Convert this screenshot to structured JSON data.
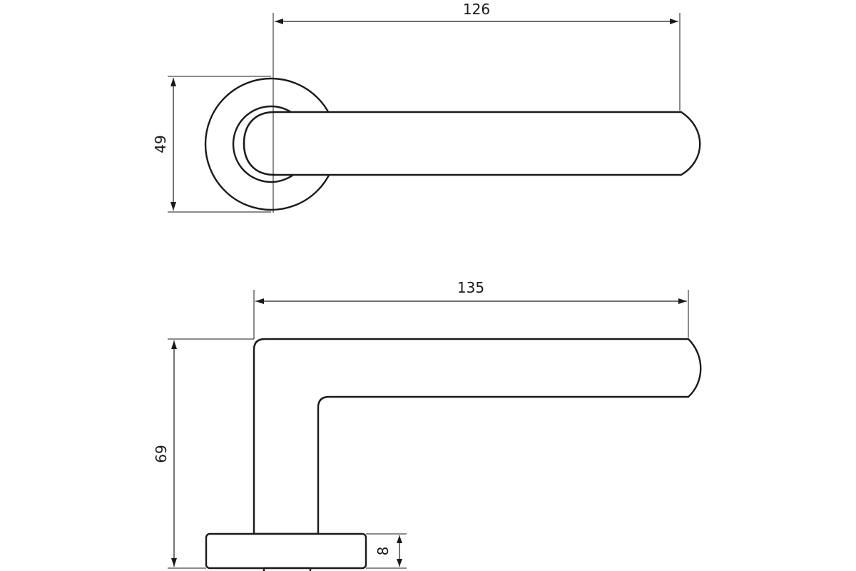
{
  "colors": {
    "line": "#1a1a1a",
    "background": "#ffffff"
  },
  "dimensions": {
    "top_view_length": "126",
    "top_view_rosette_diameter": "49",
    "side_view_length": "135",
    "side_view_height": "69",
    "side_view_rosette_thickness": "8"
  }
}
